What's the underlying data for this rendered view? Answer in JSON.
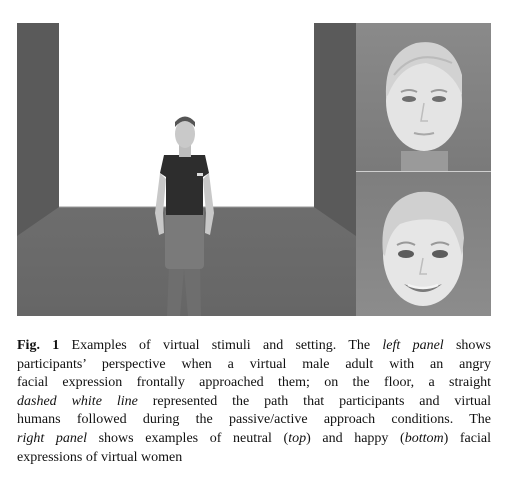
{
  "caption": {
    "fig_label": "Fig. 1",
    "line1_a": " Examples of virtual stimuli and setting. The ",
    "line1_i": "left panel",
    "line1_b": " shows",
    "line2": "participants’ perspective when a virtual male adult with an angry",
    "line3": "facial expression frontally approached them; on the floor, a straight",
    "line4_i": "dashed white line",
    "line4_b": " represented the path that participants and virtual",
    "line5": "humans followed during the passive/active approach conditions. The",
    "line6_i": "right panel",
    "line6_a": " shows examples of neutral (",
    "line6_i2": "top",
    "line6_b": ") and happy (",
    "line6_i3": "bottom",
    "line6_c": ") facial",
    "line7": "expressions of virtual women"
  },
  "colors": {
    "back_wall": "#ffffff",
    "side_walls": "#585858",
    "floor": "#707070",
    "skin": "#e6e6e6"
  }
}
